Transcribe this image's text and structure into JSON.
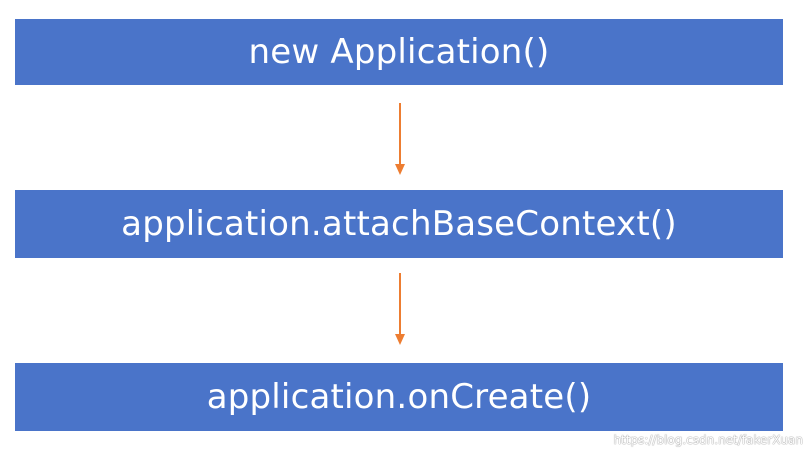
{
  "steps": [
    {
      "label": "new Application()"
    },
    {
      "label": "application.attachBaseContext()"
    },
    {
      "label": "application.onCreate()"
    }
  ],
  "colors": {
    "box_fill": "#4a74c9",
    "box_text": "#ffffff",
    "arrow": "#ed7d31"
  },
  "watermark": "https://blog.csdn.net/fakerXuan"
}
